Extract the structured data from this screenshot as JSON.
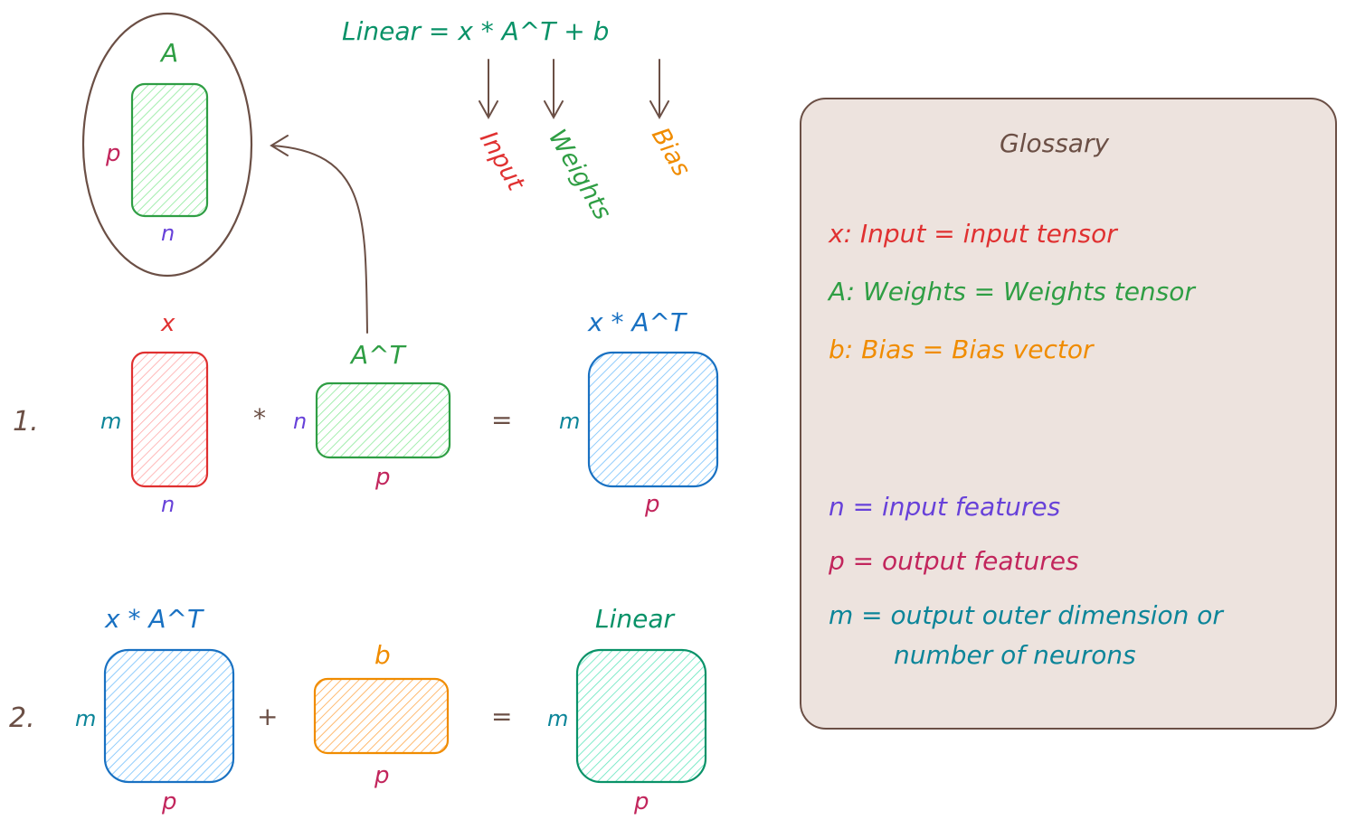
{
  "formula": {
    "full": "Linear = x * A^T + b",
    "labels": {
      "input": "Input",
      "weights": "Weights",
      "bias": "Bias"
    }
  },
  "weights_box": {
    "title": "A",
    "left_dim": "p",
    "bottom_dim": "n"
  },
  "step1": {
    "number": "1.",
    "x": {
      "title": "x",
      "left_dim": "m",
      "bottom_dim": "n"
    },
    "op": "*",
    "at": {
      "title": "A^T",
      "left_dim": "n",
      "bottom_dim": "p"
    },
    "eq": "=",
    "result": {
      "title": "x * A^T",
      "left_dim": "m",
      "bottom_dim": "p"
    }
  },
  "step2": {
    "number": "2.",
    "xat": {
      "title": "x * A^T",
      "left_dim": "m",
      "bottom_dim": "p"
    },
    "op": "+",
    "b": {
      "title": "b",
      "bottom_dim": "p"
    },
    "eq": "=",
    "result": {
      "title": "Linear",
      "left_dim": "m",
      "bottom_dim": "p"
    }
  },
  "glossary": {
    "title": "Glossary",
    "items": [
      "x: Input = input tensor",
      "A: Weights = Weights tensor",
      "b: Bias = Bias vector",
      "n = input features",
      "p = output features",
      "m = output outer dimension or",
      "number of neurons"
    ]
  },
  "colors": {
    "text_brown": "#6b4f45",
    "input_red": "#e03131",
    "weights_green": "#2f9e44",
    "bias_orange": "#f08c00",
    "product_blue": "#1971c2",
    "n_purple": "#6741d9",
    "p_crimson": "#c2255c",
    "m_teal": "#0c8599",
    "linear_green": "#099268",
    "glossary_bg": "#ede3de"
  }
}
